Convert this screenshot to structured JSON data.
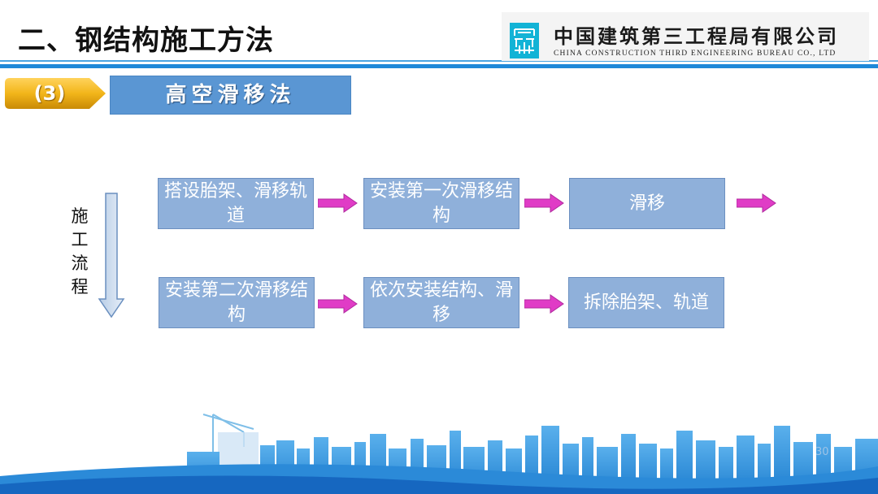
{
  "header": {
    "title": "二、钢结构施工方法",
    "company_cn": "中国建筑第三工程局有限公司",
    "company_en": "CHINA CONSTRUCTION THIRD ENGINEERING BUREAU CO., LTD"
  },
  "section": {
    "badge": "(3)",
    "title": "高空滑移法"
  },
  "flow": {
    "side_label": "施工流程",
    "steps": [
      "搭设胎架、滑移轨道",
      "安装第一次滑移结构",
      "滑移",
      "安装第二次滑移结构",
      "依次安装结构、滑移",
      "拆除胎架、轨道"
    ]
  },
  "footer": {
    "page_number": "30"
  },
  "colors": {
    "accent_blue": "#1e88d8",
    "box_fill": "#8fb0da",
    "arrow_magenta": "#e040c8",
    "badge_gold": "#f2b51a"
  }
}
